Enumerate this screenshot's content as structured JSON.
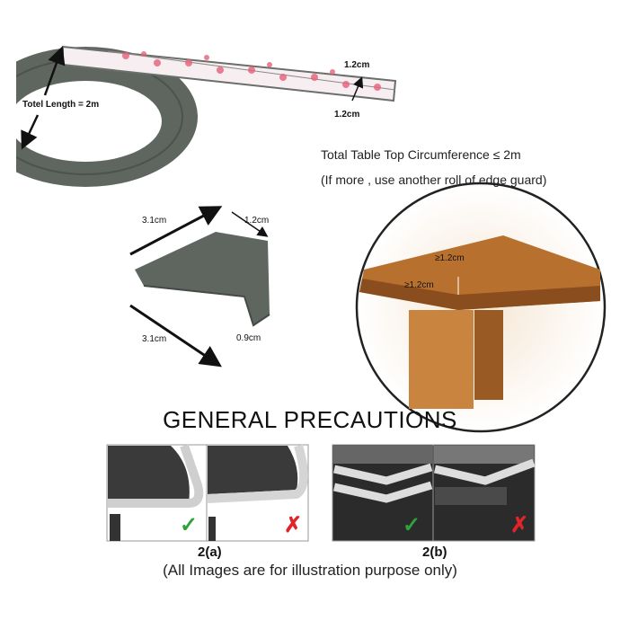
{
  "roll": {
    "length_label": "Totel Length = 2m",
    "height_label": "1.2cm",
    "width_label": "1.2cm"
  },
  "circumference": {
    "line1": "Total Table Top Circumference ≤ 2m",
    "line2": "(If more , use another roll of edge guard)"
  },
  "corner": {
    "top_length": "3.1cm",
    "top_width": "1.2cm",
    "bottom_length": "3.1cm",
    "thickness": "0.9cm"
  },
  "table": {
    "label_top": "≥1.2cm",
    "label_side": "≥1.2cm"
  },
  "precautions": {
    "title": "GENERAL PRECAUTIONS",
    "panels": [
      {
        "caption": "2(a)",
        "correct": "check-icon",
        "wrong": "cross-icon"
      },
      {
        "caption": "2(b)",
        "correct": "check-icon",
        "wrong": "cross-icon"
      }
    ],
    "footer": "(All Images are for illustration purpose only)"
  },
  "colors": {
    "guard": "#5f6660",
    "tape": "#e8607a",
    "wood": "#b8702e",
    "check": "#2ea33a",
    "cross": "#e0252a"
  }
}
